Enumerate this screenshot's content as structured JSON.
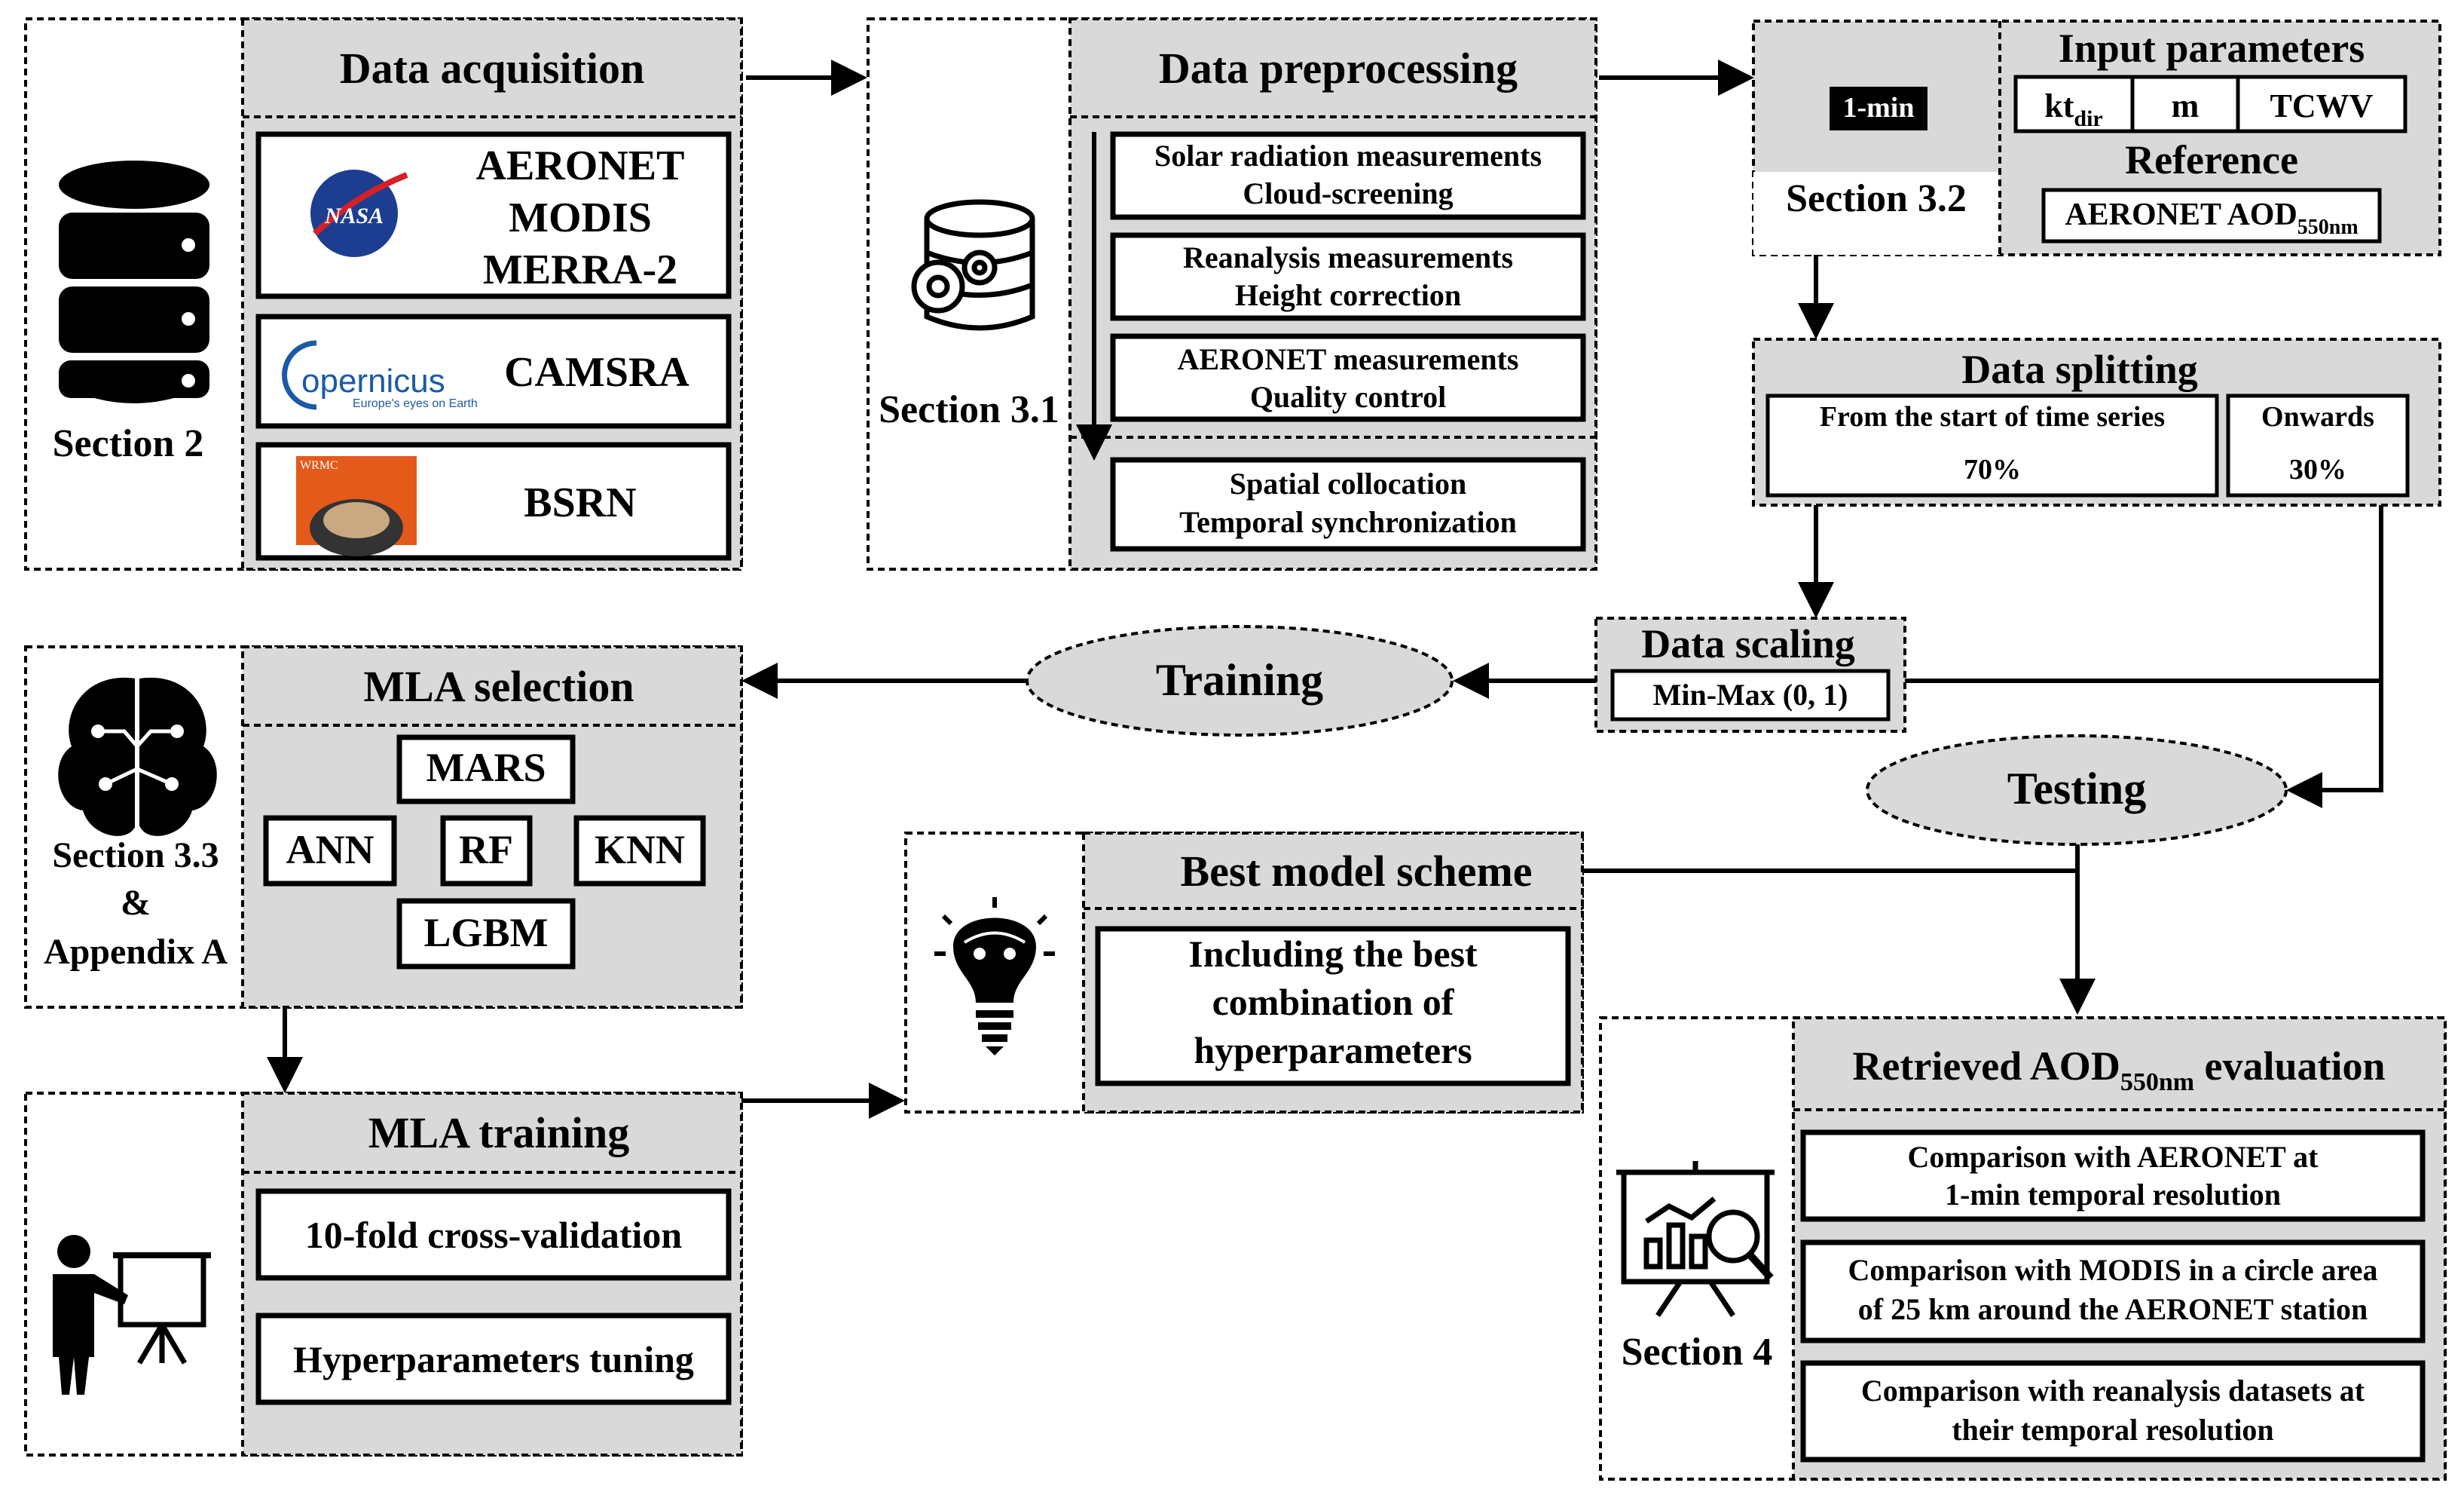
{
  "section2": {
    "header": "Data acquisition",
    "label": "Section 2",
    "nasa_logo_text": "NASA",
    "sources_1": [
      "AERONET",
      "MODIS",
      "MERRA-2"
    ],
    "copernicus_logo_text": "opernicus",
    "copernicus_logo_sub": "Europe's eyes on Earth",
    "camsra": "CAMSRA",
    "wrmc_logo_text": "WRMC",
    "bsrn": "BSRN"
  },
  "section31": {
    "header": "Data preprocessing",
    "label": "Section 3.1",
    "steps": [
      [
        "Solar radiation measurements",
        "Cloud-screening"
      ],
      [
        "Reanalysis measurements",
        "Height correction"
      ],
      [
        "AERONET measurements",
        "Quality control"
      ],
      [
        "Spatial collocation",
        "Temporal synchronization"
      ]
    ]
  },
  "section32": {
    "badge": "1-min",
    "label": "Section 3.2",
    "input_header": "Input parameters",
    "param_kt": "kt",
    "param_kt_sub": "dir",
    "param_m": "m",
    "param_tcwv": "TCWV",
    "reference_header": "Reference",
    "reference_value": "AERONET AOD",
    "reference_sub": "550nm"
  },
  "splitting": {
    "header": "Data splitting",
    "left_label": "From the start of time series",
    "left_value": "70%",
    "right_label": "Onwards",
    "right_value": "30%"
  },
  "scaling": {
    "header": "Data scaling",
    "value": "Min-Max (0, 1)"
  },
  "training_label": "Training",
  "testing_label": "Testing",
  "mla_selection": {
    "header": "MLA selection",
    "label_lines": [
      "Section 3.3",
      "&",
      "Appendix A"
    ],
    "models": [
      "MARS",
      "ANN",
      "RF",
      "KNN",
      "LGBM"
    ]
  },
  "mla_training": {
    "header": "MLA training",
    "item1": "10-fold cross-validation",
    "item2": "Hyperparameters tuning"
  },
  "best_model": {
    "header": "Best model scheme",
    "lines": [
      "Including the best",
      "combination of",
      "hyperparameters"
    ]
  },
  "section4": {
    "header_pre": "Retrieved AOD",
    "header_sub": "550nm",
    "header_post": " evaluation",
    "label": "Section 4",
    "items": [
      [
        "Comparison with AERONET at",
        "1-min temporal resolution"
      ],
      [
        "Comparison with MODIS in a circle area",
        "of 25 km around the AERONET station"
      ],
      [
        "Comparison with reanalysis datasets at",
        "their temporal resolution"
      ]
    ]
  }
}
